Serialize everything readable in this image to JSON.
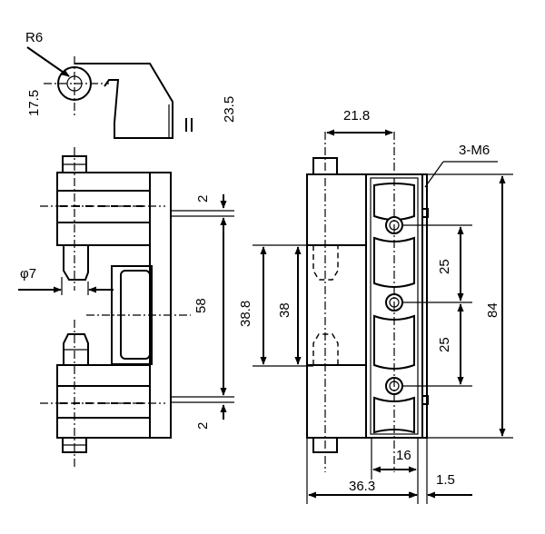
{
  "drawing": {
    "side_view": {
      "radius": "R6",
      "offset": "17.5",
      "height": "23.5"
    },
    "front_view": {
      "pin_diameter": "φ7",
      "top_gap": "2",
      "leaf_length": "58",
      "bottom_gap": "2"
    },
    "profile_view": {
      "pin_offset": "21.8",
      "holes": "3-M6",
      "outer_span": "38.8",
      "inner_span": "38",
      "hole_pitch_top": "25",
      "hole_pitch_bottom": "25",
      "total_length": "84",
      "leaf_width": "16",
      "overall_width": "36.3",
      "thickness": "1.5"
    }
  }
}
